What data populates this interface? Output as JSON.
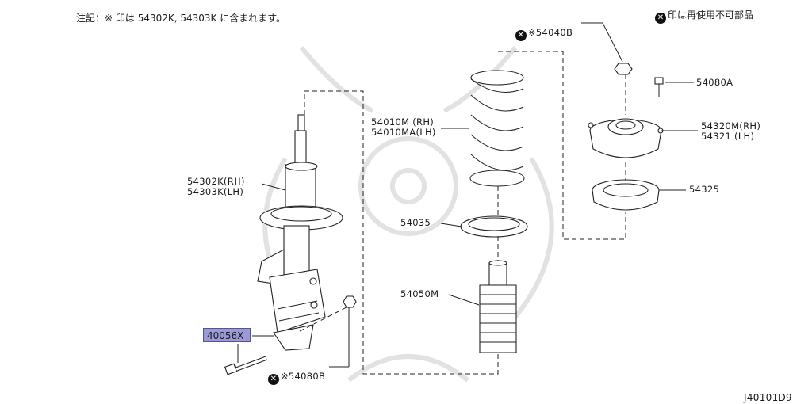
{
  "header": {
    "note_prefix": "注記：",
    "note_text": "※ 印は 54302K, 54303K に含まれます。",
    "legend_text": "印は再使用不可部品"
  },
  "labels": {
    "p54040B": "※54040B",
    "p54080A": "54080A",
    "p54320M": "54320M(RH)\n54321 (LH)",
    "p54325": "54325",
    "p54010M": "54010M (RH)\n54010MA(LH)",
    "p54035": "54035",
    "p54050M": "54050M",
    "p54302K": "54302K(RH)\n54303K(LH)",
    "p40056X": "40056X",
    "p54080B": "※54080B"
  },
  "footer": {
    "diagram_id": "J40101D9"
  },
  "colors": {
    "highlight": "#9a9ad8",
    "line": "#222222",
    "watermark": "#e2e2e2"
  }
}
